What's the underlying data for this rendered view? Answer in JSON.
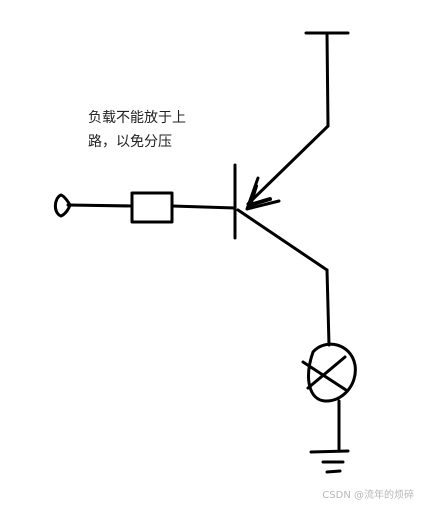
{
  "annotation": {
    "line1": "负载不能放于上",
    "line2": "路，以免分压"
  },
  "watermark": {
    "text": "CSDN @流年的烦碎"
  },
  "colors": {
    "ink": "#000000",
    "background": "#ffffff",
    "watermark": "#b8b8b8"
  }
}
